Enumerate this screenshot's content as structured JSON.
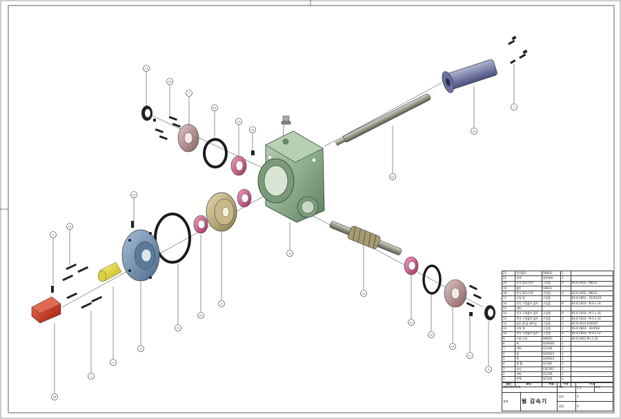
{
  "drawing": {
    "balloons": [
      "11",
      "14",
      "7",
      "22",
      "13",
      "19",
      "12",
      "15",
      "2",
      "16",
      "3",
      "1",
      "5",
      "6",
      "23",
      "8",
      "9",
      "13",
      "22",
      "7",
      "10",
      "11",
      "10",
      "14",
      "17",
      "4"
    ],
    "colors": {
      "housing": "#8fb08f",
      "gear": "#b8a878",
      "shaft": "#8a8a7a",
      "sleeve": "#7a80a8",
      "seal": "#c04a7a",
      "flange_blue": "#6f8fb0",
      "flange_pink": "#b89090",
      "bushing": "#e8e040",
      "handle": "#c8341c",
      "gasket": "#1a1a1a"
    }
  },
  "bom": {
    "rows": [
      [
        "23",
        "육각볼트",
        "SM45C",
        "1",
        ""
      ],
      [
        "21",
        "와셔",
        "일반재료",
        "1",
        ""
      ],
      [
        "20",
        "육각 볼트/너트",
        "구입품",
        "4",
        "KS B 1002 - M6/12"
      ],
      [
        "19",
        "볼트",
        "SM45C",
        "",
        ""
      ],
      [
        "18",
        "육각 볼트/너트",
        "구입품",
        "4",
        "KS B 1002 - M6/12"
      ],
      [
        "17",
        "오일 씰",
        "구입품",
        "",
        "KS B 2803 - 25/35/10"
      ],
      [
        "16",
        "육각 구멍붙이 볼트",
        "구입품",
        "8",
        "KS B 1003 - M 6 x 16"
      ],
      [
        "15",
        "커버",
        "",
        "",
        ""
      ],
      [
        "14",
        "육각 구멍붙이 볼트",
        "구입품",
        "8",
        "KS B 1003 - M 5 x 16"
      ],
      [
        "13",
        "육각 구멍붙이 볼트",
        "구입품",
        "4",
        "KS B 1003 - M 4 x 10"
      ],
      [
        "12",
        "깊은 홈 볼 베어링",
        "구입품",
        "2",
        "KS B 2023 6206ZZ"
      ],
      [
        "11",
        "오일 씰",
        "구입품",
        "2",
        "KS B 2803 - 30/45/8"
      ],
      [
        "10",
        "육각 구멍붙이 볼트",
        "구입품",
        "4",
        "KS B 1003 - M 4 x 12"
      ],
      [
        "9",
        "스퍼 기어",
        "SM45C",
        "1",
        "KS B 2001 M=1.5Z"
      ],
      [
        "8",
        "축",
        "SCM440",
        "1",
        ""
      ],
      [
        "7",
        "커버",
        "GC200",
        "1",
        ""
      ],
      [
        "6",
        "웜",
        "SCM415",
        "1",
        ""
      ],
      [
        "5",
        "축",
        "SCM415",
        "1",
        ""
      ],
      [
        "4",
        "웜 휠",
        "SC480",
        "1",
        ""
      ],
      [
        "3",
        "부싱",
        "CAC402",
        "1",
        ""
      ],
      [
        "2",
        "커버",
        "GC200",
        "1",
        ""
      ],
      [
        "1",
        "본체",
        "GC200",
        "1",
        ""
      ]
    ],
    "header": [
      "품번",
      "품명",
      "재질",
      "수량",
      "비고"
    ]
  },
  "title_block": {
    "project": "3D모델링 과제",
    "scale_label": "척도",
    "scale_value": "1:1",
    "projection_label": "투상",
    "drawing_name": "웜 감속기",
    "date_label": "일자",
    "name_label": "성명",
    "design_label": "설계",
    "value_0a": "0",
    "value_0b": "0"
  }
}
